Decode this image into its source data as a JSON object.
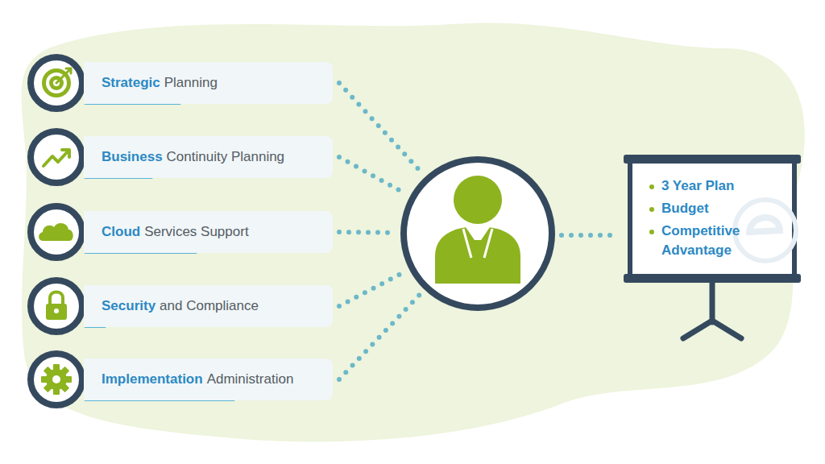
{
  "diagram": {
    "nodes": [
      {
        "text": [
          "Strategic",
          "Planning"
        ]
      },
      {
        "text": [
          "Business",
          "Continuity Planning"
        ]
      },
      {
        "text": [
          "Cloud",
          "Services Support"
        ]
      },
      {
        "text": [
          "Security",
          "and Compliance"
        ]
      },
      {
        "text": [
          "Implementation",
          "Administration"
        ]
      },
      {
        "text": [
          "3 Year Plan",
          "Budget",
          "Competitive Advantage"
        ]
      }
    ]
  }
}
